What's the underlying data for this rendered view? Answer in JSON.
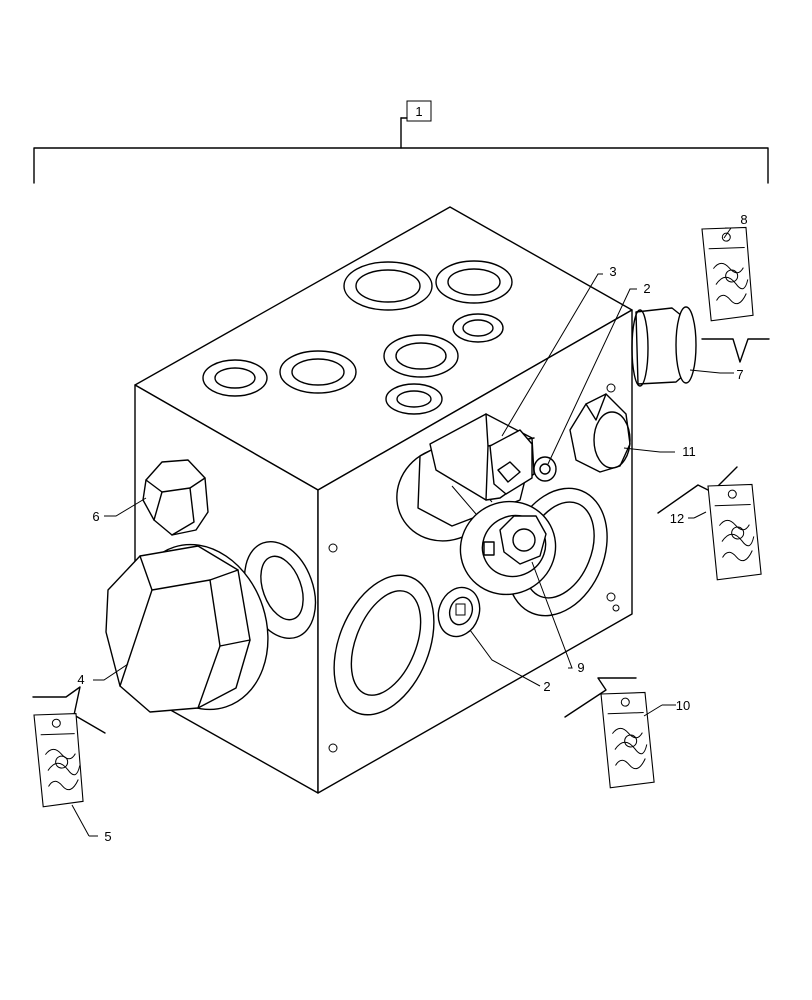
{
  "callouts": {
    "assembly": "1",
    "c2a": "2",
    "c2b": "2",
    "c3": "3",
    "c4": "4",
    "c5": "5",
    "c6": "6",
    "c7": "7",
    "c8": "8",
    "c9": "9",
    "c10": "10",
    "c11": "11",
    "c12": "12"
  }
}
